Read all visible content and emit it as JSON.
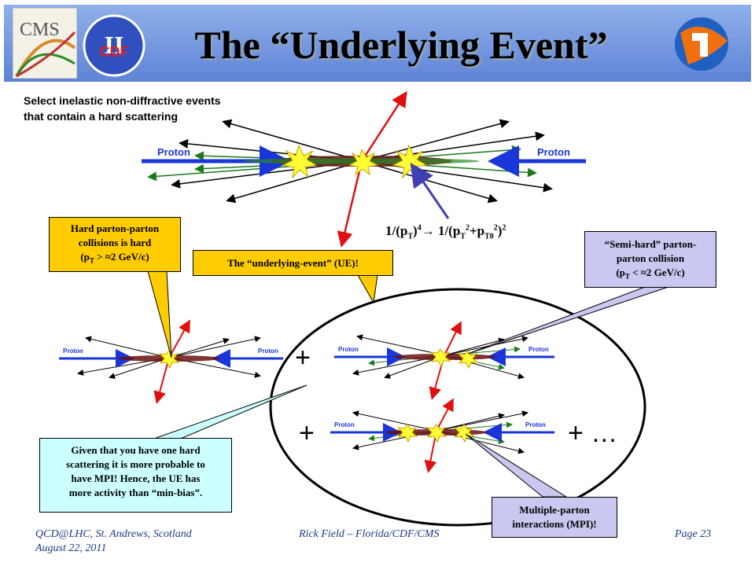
{
  "title": "The “Underlying Event”",
  "logos": {
    "cms": "CMS",
    "cdf": "CDF",
    "cdf_numeral": "II"
  },
  "intro": {
    "line1": "Select inelastic non-diffractive events",
    "line2": "that contain a hard scattering"
  },
  "labels": {
    "proton": "Proton"
  },
  "formula": {
    "part1": "1/(p",
    "sub_t": "T",
    "sup_4": "4",
    "arrow_part": "→ 1/(p",
    "sup_2": "2",
    "plus_p": "+p",
    "sub_t0": "T0",
    "tail": ")"
  },
  "callouts": {
    "hard": {
      "line1": "Hard parton-parton",
      "line2": "collisions is hard",
      "line3": "(p",
      "sub": "T",
      "line3b": " > ≈2 GeV/c)"
    },
    "ue": {
      "text": "The “underlying-event” (UE)!"
    },
    "semihard": {
      "line1": "“Semi-hard” parton-",
      "line2": "parton collision",
      "line3": "(p",
      "sub": "T",
      "line3b": " < ≈2 GeV/c)"
    },
    "given": {
      "line1": "Given that you have one hard",
      "line2": "scattering it is more probable to",
      "line3": "have MPI!  Hence, the UE has",
      "line4": "more activity than “min-bias”."
    },
    "mpi": {
      "line1": "Multiple-parton",
      "line2": "interactions (MPI)!"
    }
  },
  "plus": {
    "sign": "+",
    "ellipsis": "+ …"
  },
  "footer": {
    "venue": "QCD@LHC, St. Andrews, Scotland",
    "date": "August 22, 2011",
    "author": "Rick Field – Florida/CDF/CMS",
    "page": "Page 23"
  },
  "colors": {
    "title_bar": "#6b8de0",
    "beam": "#1a35d8",
    "track_green": "#1a7a1a",
    "track_red": "#e01010",
    "callout_yellow": "#ffcc00",
    "callout_lavender": "#c8c8f0",
    "callout_cyan": "#ccffff"
  }
}
